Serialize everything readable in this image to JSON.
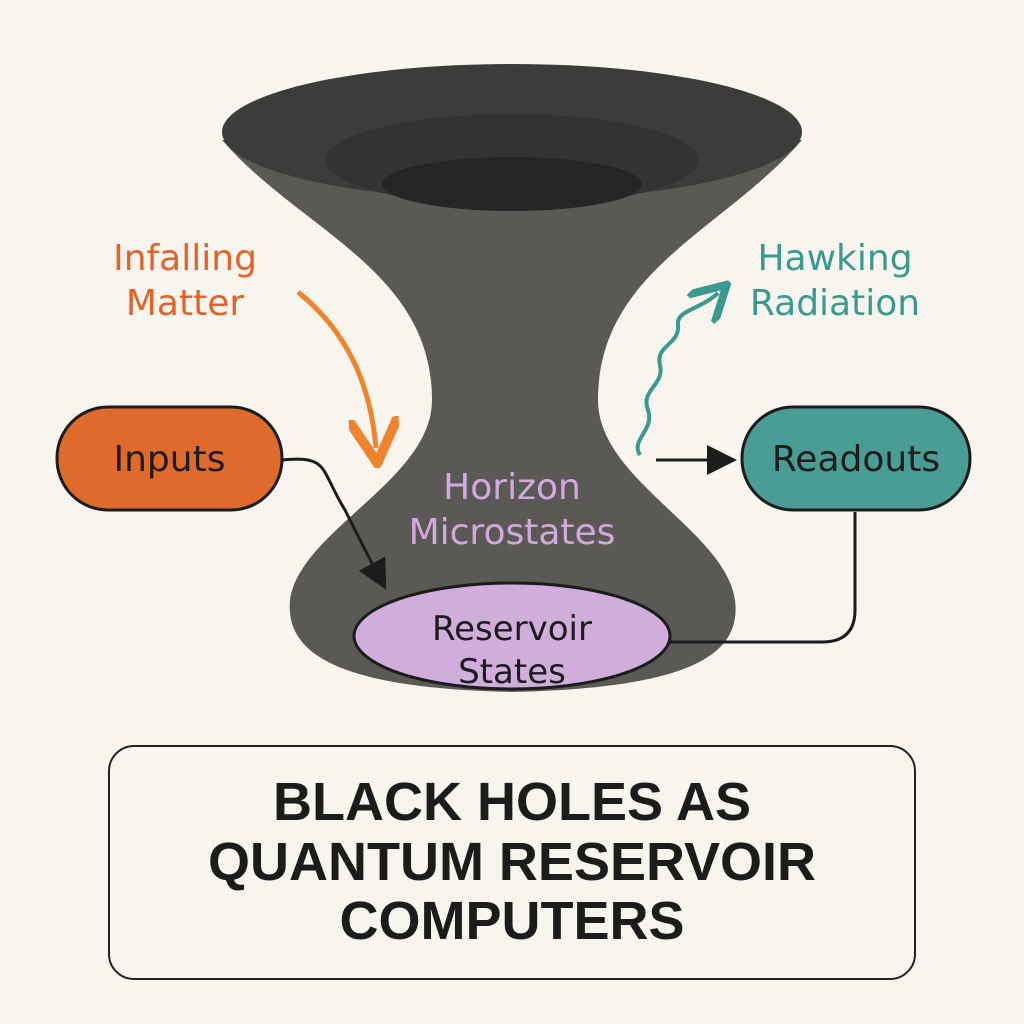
{
  "labels": {
    "infalling": "Infalling Matter",
    "hawking": "Hawking Radiation",
    "inputs": "Inputs",
    "readouts": "Readouts",
    "horizon": "Horizon Microstates",
    "reservoir": "Reservoir States"
  },
  "title": "BLACK HOLES AS QUANTUM RESERVOIR COMPUTERS",
  "colors": {
    "background": "#f8f5ef",
    "funnel": "#5b5956",
    "orange": "#e2622a",
    "teal": "#3a9a8f",
    "lavender": "#d0addb"
  }
}
